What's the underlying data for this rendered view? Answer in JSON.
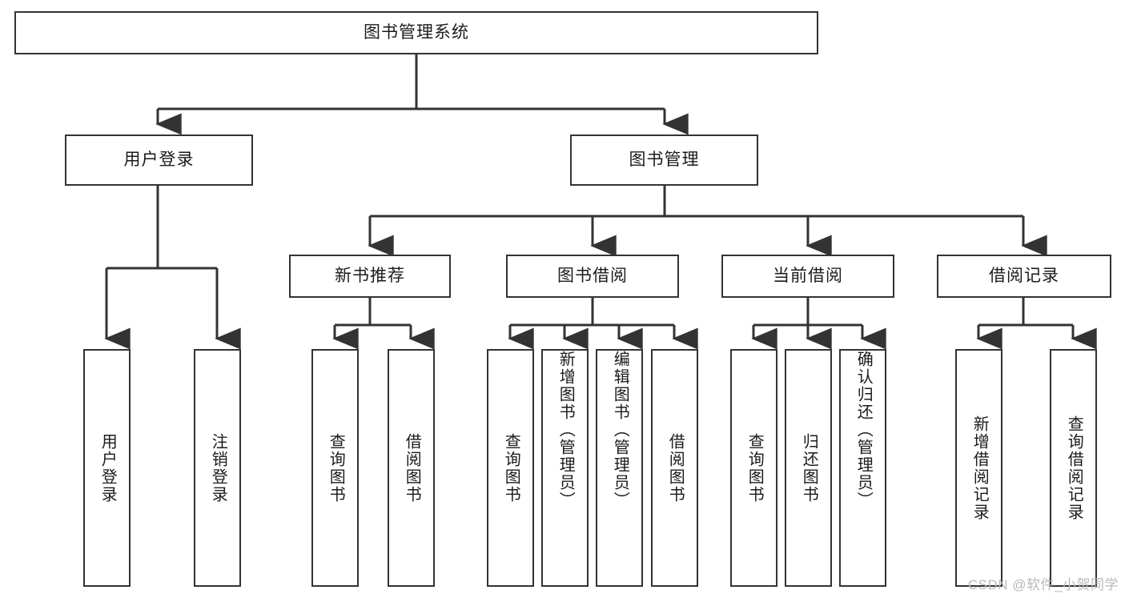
{
  "diagram": {
    "type": "tree",
    "title": "图书管理系统",
    "watermark": "CSDN @软件_小贺同学",
    "colors": {
      "box_border": "#333333",
      "box_fill": "#ffffff",
      "edge": "#333333",
      "text": "#1b1b1b",
      "watermark": "#b9b9b9"
    },
    "nodes": {
      "root": {
        "label": "图书管理系统"
      },
      "level2": [
        {
          "id": "user-login",
          "label": "用户登录"
        },
        {
          "id": "book-manage",
          "label": "图书管理"
        }
      ],
      "level3": [
        {
          "id": "new-book-rec",
          "label": "新书推荐"
        },
        {
          "id": "book-borrow",
          "label": "图书借阅"
        },
        {
          "id": "current-borrow",
          "label": "当前借阅"
        },
        {
          "id": "borrow-record",
          "label": "借阅记录"
        }
      ],
      "leaves": {
        "user_login": [
          {
            "id": "leaf-user-login",
            "label": "用户登录"
          },
          {
            "id": "leaf-logout",
            "label": "注销登录"
          }
        ],
        "new_book_rec": [
          {
            "id": "leaf-query-book-1",
            "label": "查询图书"
          },
          {
            "id": "leaf-borrow-book-1",
            "label": "借阅图书"
          }
        ],
        "book_borrow": [
          {
            "id": "leaf-query-book-2",
            "label": "查询图书"
          },
          {
            "id": "leaf-add-book",
            "label": "新增图书（管理员）"
          },
          {
            "id": "leaf-edit-book",
            "label": "编辑图书（管理员）"
          },
          {
            "id": "leaf-borrow-book-2",
            "label": "借阅图书"
          }
        ],
        "current_borrow": [
          {
            "id": "leaf-query-book-3",
            "label": "查询图书"
          },
          {
            "id": "leaf-return-book",
            "label": "归还图书"
          },
          {
            "id": "leaf-confirm-return",
            "label": "确认归还（管理员）"
          }
        ],
        "borrow_record": [
          {
            "id": "leaf-add-record",
            "label": "新增借阅记录"
          },
          {
            "id": "leaf-query-record",
            "label": "查询借阅记录"
          }
        ]
      }
    }
  }
}
